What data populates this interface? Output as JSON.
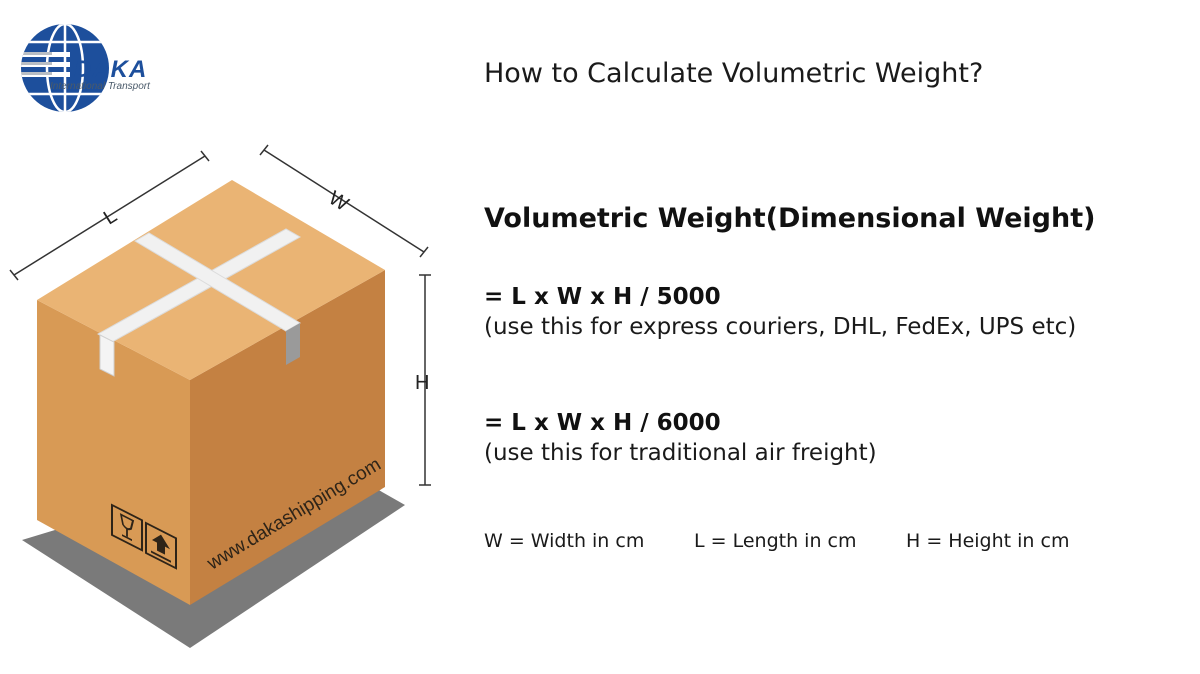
{
  "logo": {
    "name": "DAKA",
    "subtitle": "International Transport"
  },
  "illustration": {
    "label_length": "L",
    "label_width": "W",
    "label_height": "H",
    "box_text": "www.dakashipping.com",
    "icons": [
      "fragile-glass-icon",
      "this-way-up-icon"
    ],
    "colors": {
      "box_front": "#d89a55",
      "box_side": "#c48142",
      "box_top": "#eab474",
      "tape": "#f1f1f1",
      "shadow": "#7a7a7a",
      "logo_blue": "#1d4f9c"
    }
  },
  "title": "How to Calculate Volumetric Weight?",
  "subtitle": "Volumetric Weight(Dimensional Weight)",
  "formulas": [
    {
      "expression": "= L x W x H / 5000",
      "note": "(use this for express couriers, DHL, FedEx, UPS etc)"
    },
    {
      "expression": "= L x W x H / 6000",
      "note": "(use this for traditional air freight)"
    }
  ],
  "legend": {
    "width": "W = Width in cm",
    "length": "L = Length in cm",
    "height": "H = Height in cm"
  }
}
